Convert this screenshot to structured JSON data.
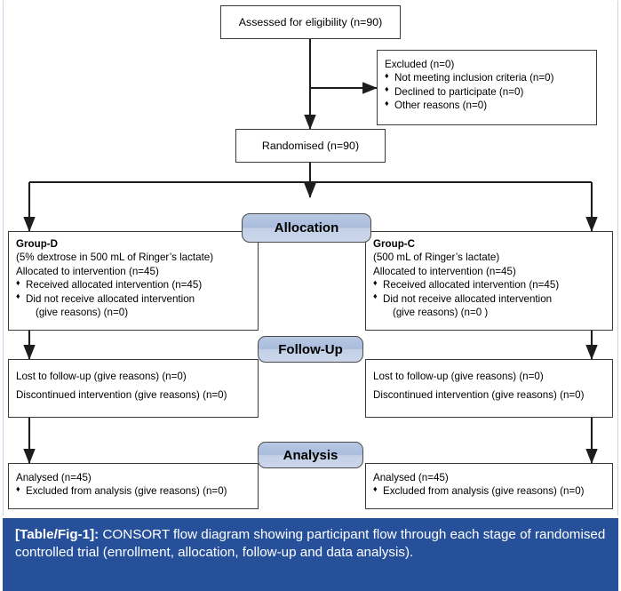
{
  "figure": {
    "type": "consort-flow-diagram",
    "caption_label": "[Table/Fig-1]:",
    "caption_text": " CONSORT flow diagram showing participant flow through each stage of randomised controlled trial (enrollment, allocation, follow-up and data analysis)."
  },
  "colors": {
    "pill_fill": "#b0c3de",
    "pill_border": "#4a4a4a",
    "box_border": "#3b3b3b",
    "caption_band": "#27509b",
    "caption_text": "#ffffff",
    "page_background": "#ffffff"
  },
  "stages": {
    "allocation": "Allocation",
    "follow_up": "Follow-Up",
    "analysis": "Analysis"
  },
  "enrollment": {
    "assessed": "Assessed for eligibility (n=90)",
    "excluded": {
      "title": "Excluded (n=0)",
      "items": [
        "Not meeting inclusion criteria (n=0)",
        "Declined to participate (n=0)",
        "Other reasons (n=0)"
      ]
    },
    "randomised": "Randomised (n=90)"
  },
  "allocation": {
    "left": {
      "group": "Group-D",
      "description": "(5% dextrose in 500 mL of Ringer’s lactate)",
      "allocated": "Allocated to intervention (n=45)",
      "items": [
        {
          "text": "Received allocated intervention (n=45)",
          "cont": ""
        },
        {
          "text": "Did not receive allocated intervention",
          "cont": "(give reasons) (n=0)"
        }
      ]
    },
    "right": {
      "group": "Group-C",
      "description": "(500 mL of Ringer’s lactate)",
      "allocated": "Allocated to intervention (n=45)",
      "items": [
        {
          "text": "Received allocated intervention (n=45)",
          "cont": ""
        },
        {
          "text": "Did not receive allocated intervention",
          "cont": "(give reasons) (n=0 )"
        }
      ]
    }
  },
  "follow_up": {
    "left": {
      "lost": "Lost to follow-up (give reasons) (n=0)",
      "discontinued": "Discontinued intervention (give reasons) (n=0)"
    },
    "right": {
      "lost": "Lost to follow-up (give reasons) (n=0)",
      "discontinued": "Discontinued intervention (give reasons) (n=0)"
    }
  },
  "analysis": {
    "left": {
      "analysed": "Analysed (n=45)",
      "excluded_item": "Excluded from analysis (give reasons) (n=0)"
    },
    "right": {
      "analysed": "Analysed (n=45)",
      "excluded_item": "Excluded from analysis (give reasons) (n=0)"
    }
  }
}
